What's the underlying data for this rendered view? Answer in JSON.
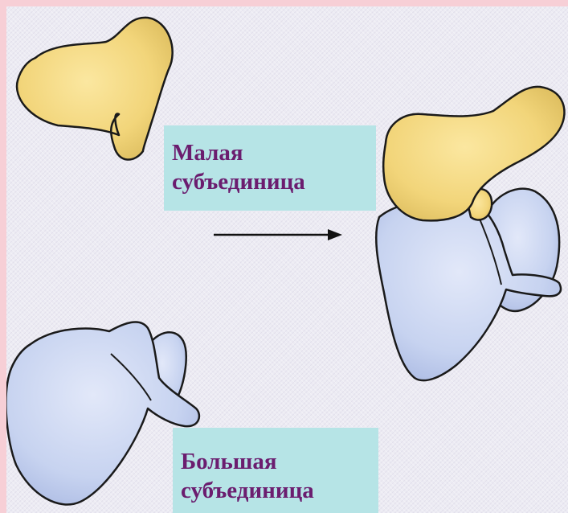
{
  "labels": {
    "small_subunit_line1": "Малая",
    "small_subunit_line2": "субъединица",
    "large_subunit_line1": "Большая",
    "large_subunit_line2": "субъединица"
  },
  "colors": {
    "small_subunit_fill": "#f2d57a",
    "large_subunit_fill": "#c7d3f0",
    "label_background": "#b6e4e6",
    "label_text": "#6b1d6f",
    "slide_border": "#f7cfd6"
  },
  "icons": {
    "arrow": "right-arrow-icon"
  }
}
